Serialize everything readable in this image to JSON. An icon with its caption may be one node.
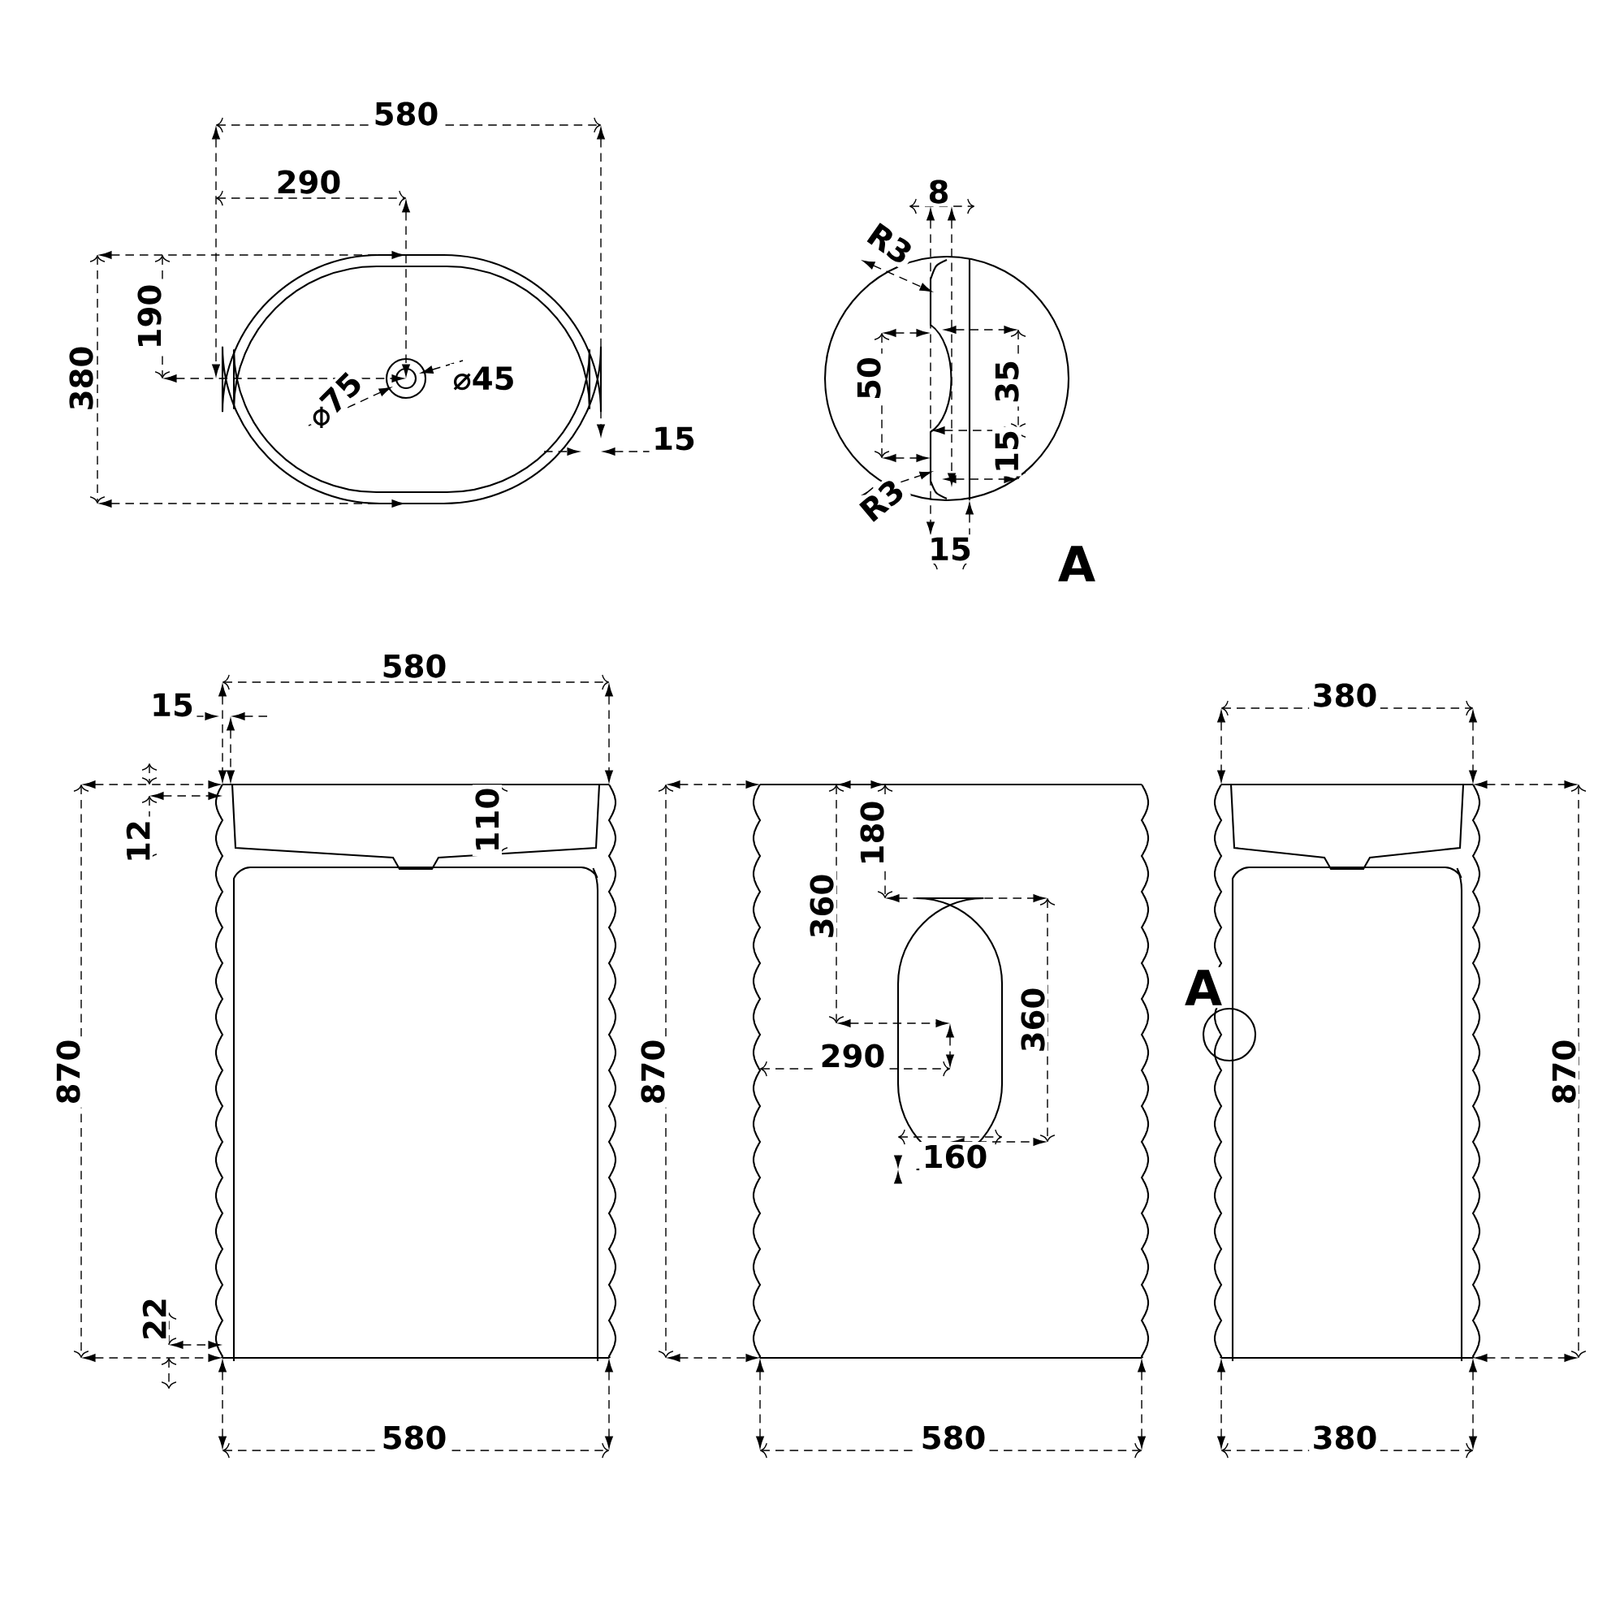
{
  "diagram": {
    "labels": [
      "580",
      "290",
      "190",
      "380",
      "⌀75",
      "⌀45",
      "15",
      "8",
      "R3",
      "50",
      "35",
      "15",
      "R3",
      "15",
      "A",
      "580",
      "15",
      "110",
      "12",
      "870",
      "22",
      "580",
      "180",
      "360",
      "870",
      "360",
      "290",
      "160",
      "580",
      "380",
      "A",
      "870",
      "380"
    ]
  }
}
